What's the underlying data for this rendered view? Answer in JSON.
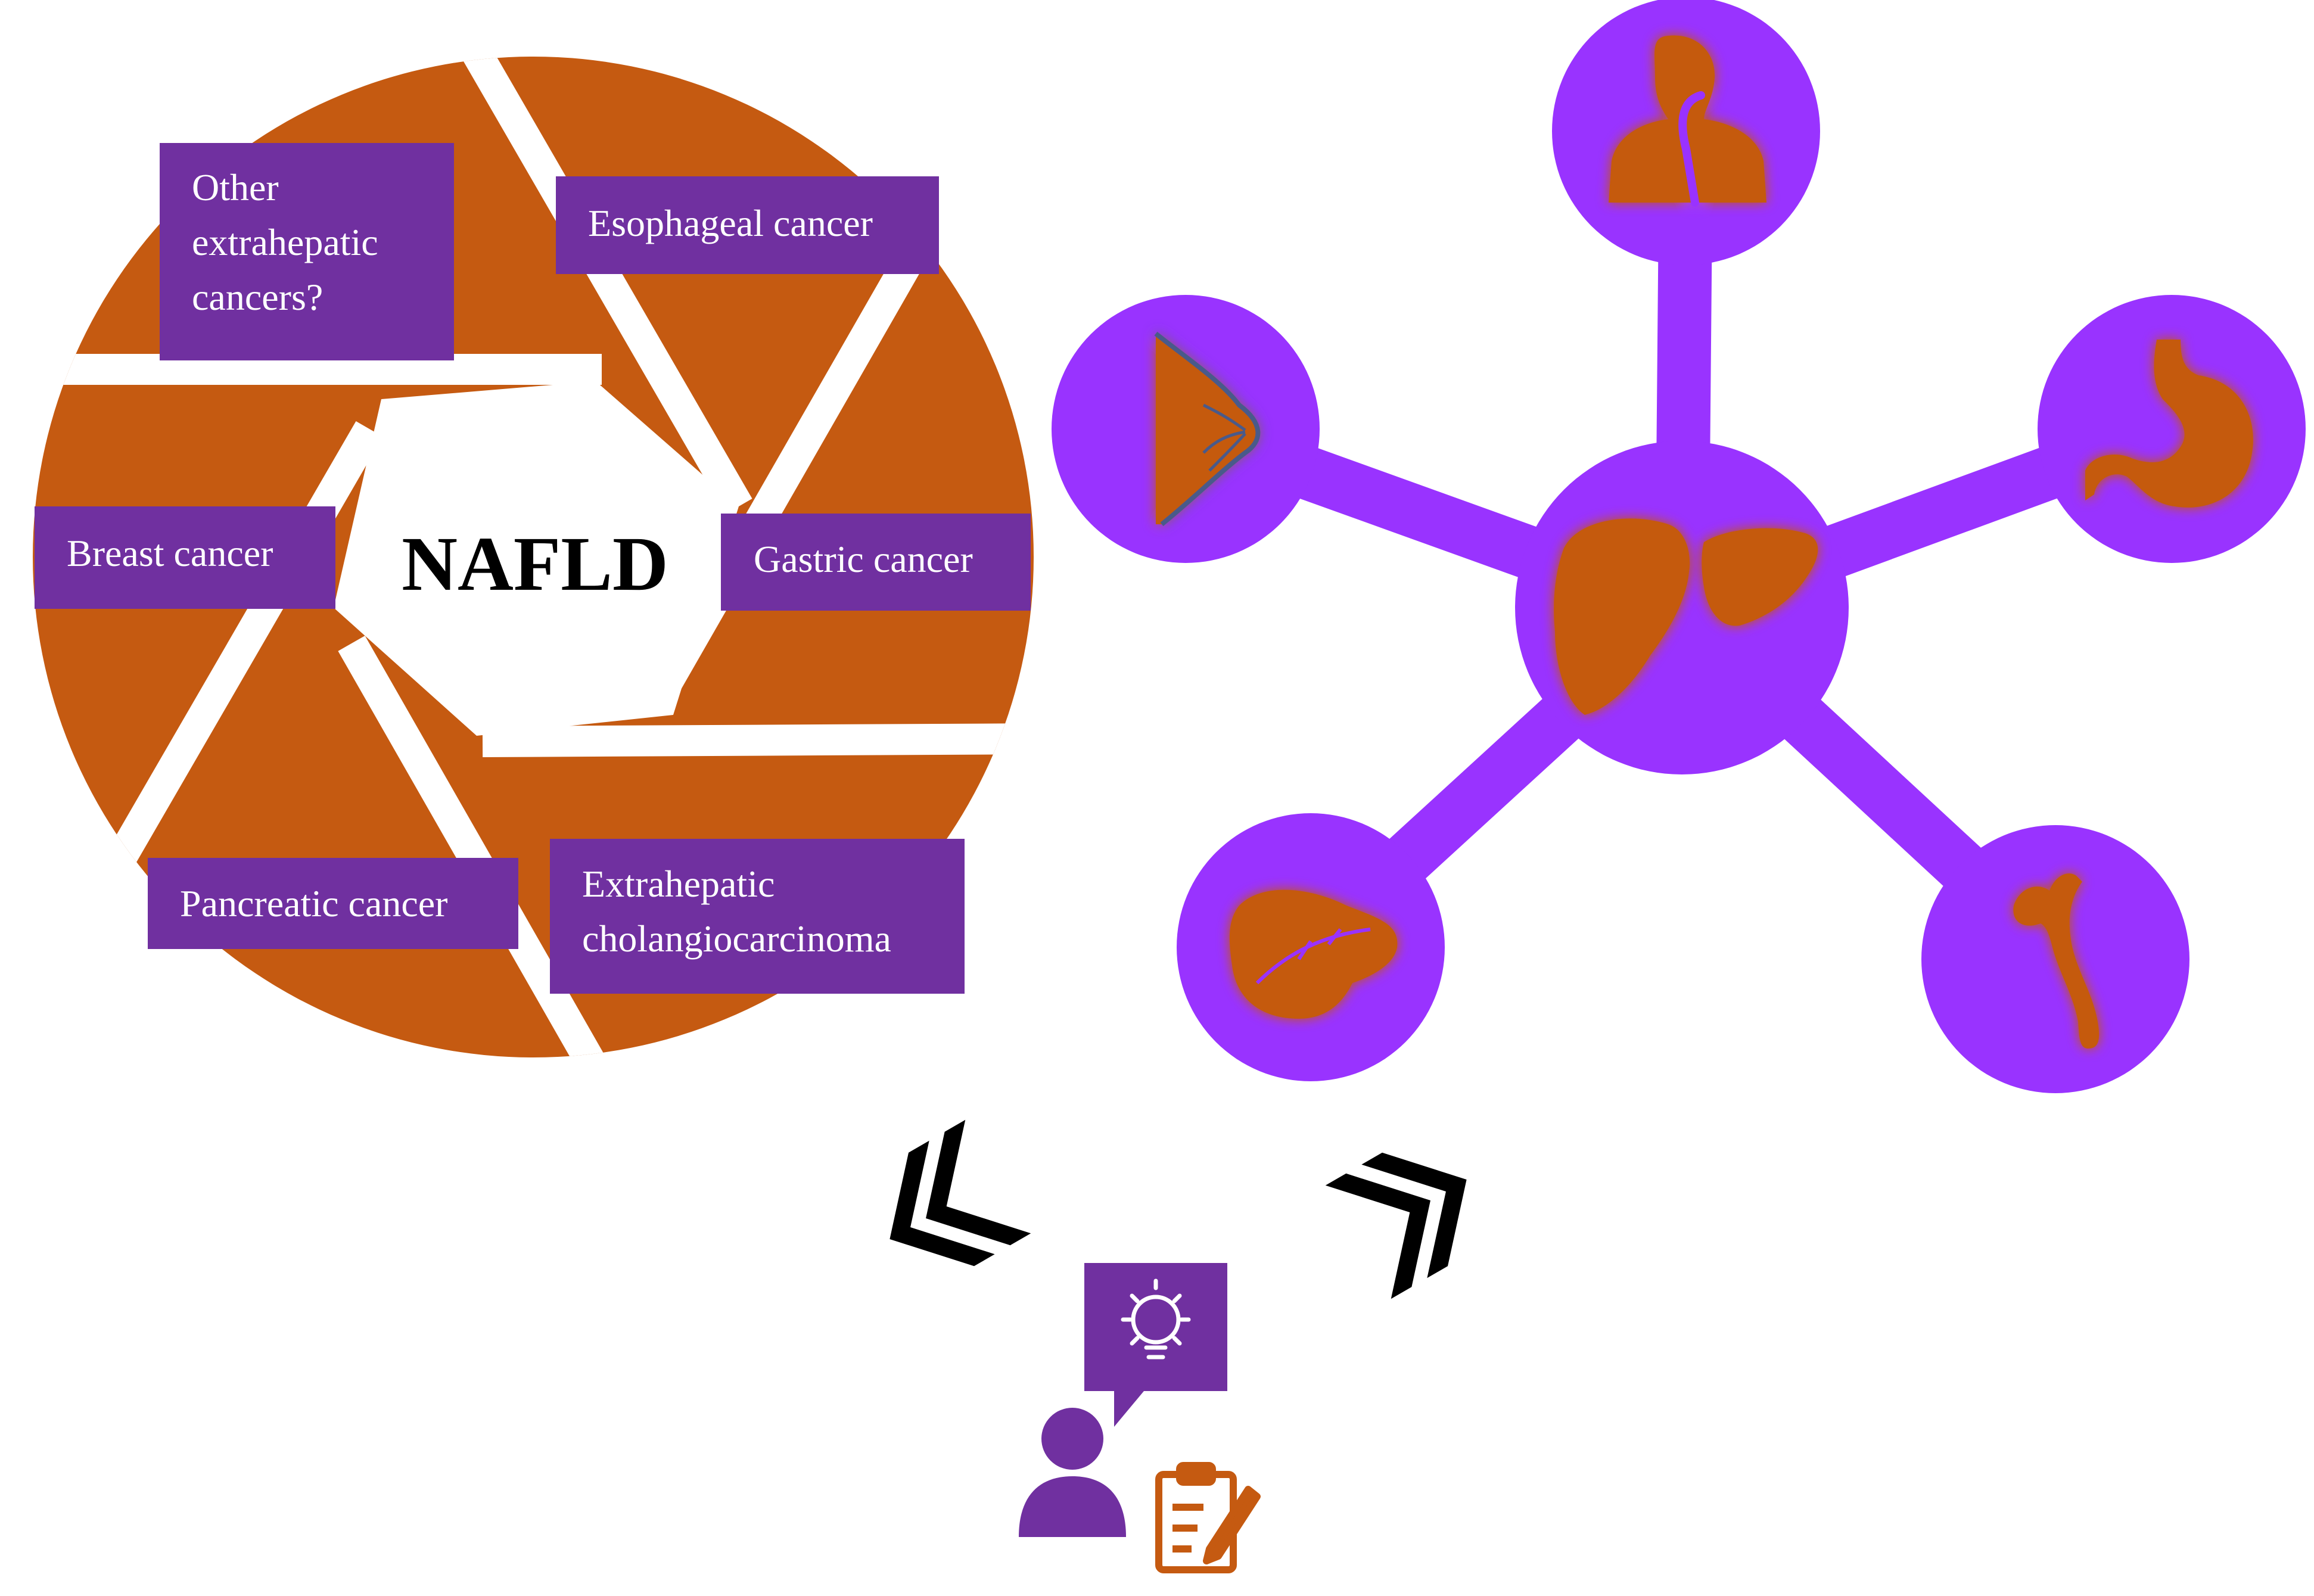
{
  "title": "NAFLD",
  "colors": {
    "orange": "#C55A11",
    "purple_box": "#7030A0",
    "purple_hub": "#9933FF",
    "organ": "#C55A11",
    "chevron": "#000000"
  },
  "labels": {
    "other": [
      "Other",
      "extrahepatic",
      "cancers?"
    ],
    "esophageal": [
      "Esophageal cancer"
    ],
    "breast": [
      "Breast cancer"
    ],
    "gastric": [
      "Gastric cancer"
    ],
    "pancreatic": [
      "Pancreatic cancer"
    ],
    "cholangio": [
      "Extrahepatic",
      "cholangiocarcinoma"
    ]
  },
  "icons": {
    "hub_center": "liver-icon",
    "top": "head-esophagus-icon",
    "left": "breast-icon",
    "right": "stomach-icon",
    "bottom_left": "pancreas-icon",
    "bottom_right": "bile-duct-icon",
    "chevrons_left": "double-chevron-left-icon",
    "chevrons_right": "double-chevron-right-icon",
    "idea": "lightbulb-speech-icon",
    "person": "person-icon",
    "clipboard": "clipboard-edit-icon"
  }
}
